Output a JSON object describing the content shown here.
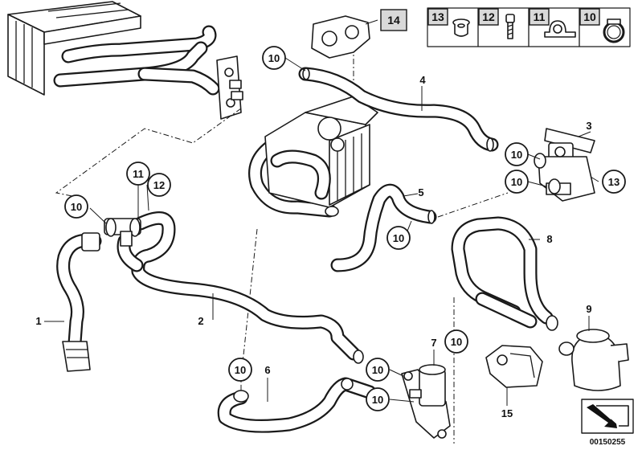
{
  "part_numbers": {
    "p1": "1",
    "p2": "2",
    "p3": "3",
    "p4": "4",
    "p5": "5",
    "p6": "6",
    "p7": "7",
    "p8": "8",
    "p9": "9",
    "p15": "15"
  },
  "callouts": {
    "c10": "10",
    "c11": "11",
    "c12": "12",
    "c13": "13"
  },
  "header_box": {
    "label": "14"
  },
  "legend": {
    "items": [
      {
        "number": "13",
        "icon": "grommet-icon"
      },
      {
        "number": "12",
        "icon": "bolt-icon"
      },
      {
        "number": "11",
        "icon": "p-clamp-icon"
      },
      {
        "number": "10",
        "icon": "hose-clamp-icon"
      }
    ]
  },
  "reference": "00150255",
  "colors": {
    "line": "#1a1a1a",
    "header_fill": "#d9d9d9",
    "background": "#ffffff"
  }
}
